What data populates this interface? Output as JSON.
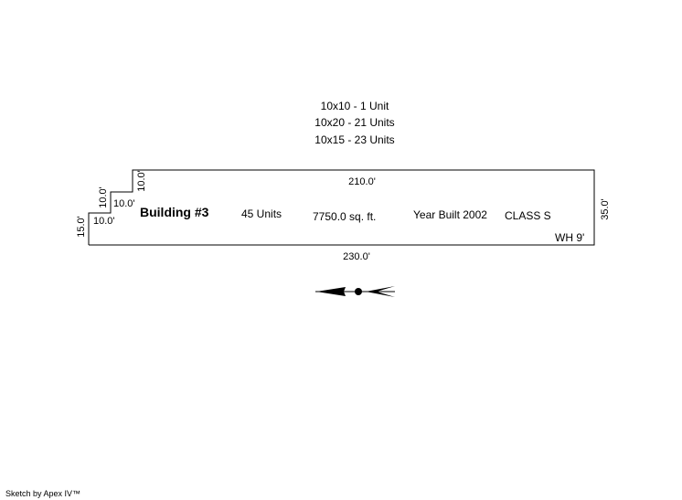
{
  "header_notes": [
    "10x10 - 1 Unit",
    "10x20 - 21 Units",
    "10x15 - 23 Units"
  ],
  "building": {
    "name": "Building #3",
    "units": "45 Units",
    "area": "7750.0 sq. ft.",
    "year_built": "Year Built 2002",
    "class": "CLASS S",
    "wall_height": "WH 9'"
  },
  "dimensions": {
    "top": "210.0'",
    "bottom": "230.0'",
    "right": "35.0'",
    "left": "15.0'",
    "step1_horizontal": "10.0'",
    "step1_vertical": "10.0'",
    "step2_horizontal": "10.0'",
    "step2_vertical": "10.0'"
  },
  "footer": "Sketch by Apex IV™"
}
